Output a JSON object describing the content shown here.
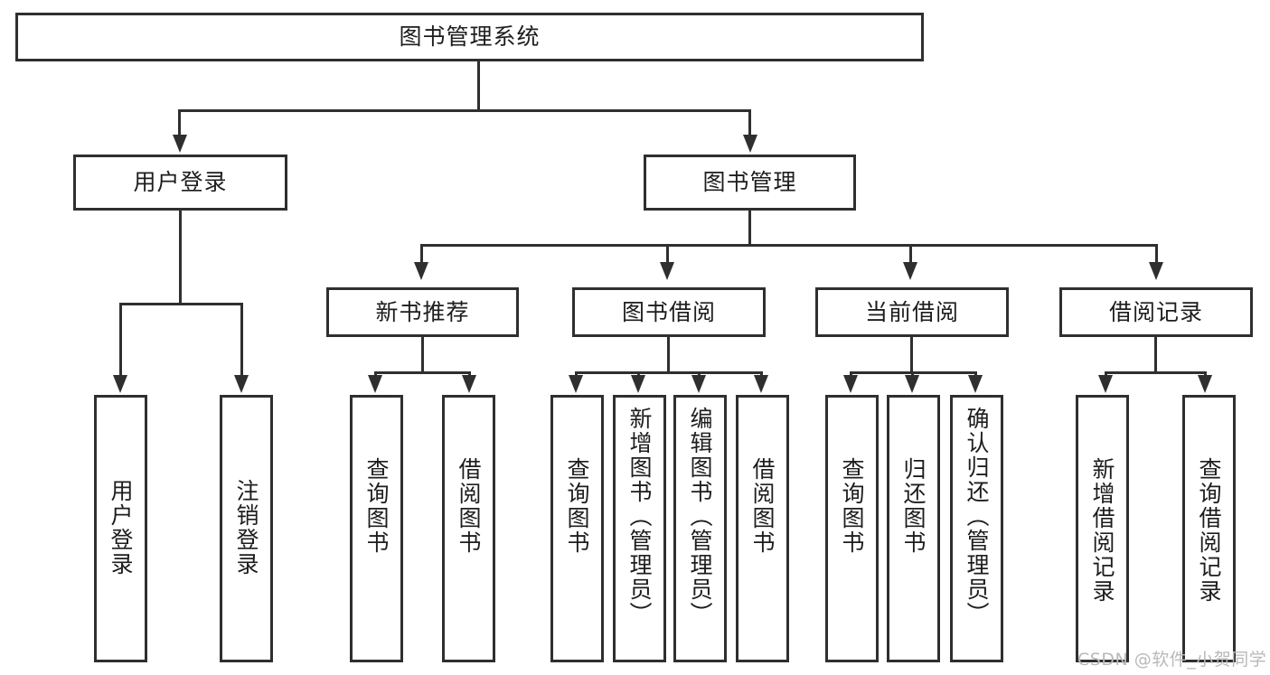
{
  "diagram": {
    "title": "图书管理系统",
    "type": "tree-structure-chart",
    "root": {
      "label": "图书管理系统"
    },
    "level2": [
      {
        "label": "用户登录"
      },
      {
        "label": "图书管理"
      }
    ],
    "level3": [
      {
        "label": "新书推荐"
      },
      {
        "label": "图书借阅"
      },
      {
        "label": "当前借阅"
      },
      {
        "label": "借阅记录"
      }
    ],
    "leaves": {
      "user_login": [
        {
          "label": "用户登录"
        },
        {
          "label": "注销登录"
        }
      ],
      "new_book_recommend": [
        {
          "label": "查询图书"
        },
        {
          "label": "借阅图书"
        }
      ],
      "book_borrow": [
        {
          "label": "查询图书"
        },
        {
          "label": "新增图书（管理员）"
        },
        {
          "label": "编辑图书（管理员）"
        },
        {
          "label": "借阅图书"
        }
      ],
      "current_borrow": [
        {
          "label": "查询图书"
        },
        {
          "label": "归还图书"
        },
        {
          "label": "确认归还（管理员）"
        }
      ],
      "borrow_record": [
        {
          "label": "新增借阅记录"
        },
        {
          "label": "查询借阅记录"
        }
      ]
    }
  },
  "watermark": {
    "text": "CSDN @软件_小贺同学"
  },
  "colors": {
    "stroke": "#2f2f2f",
    "fill": "#ffffff",
    "text": "#1d1d1d",
    "watermark": "#b9b9b9"
  }
}
